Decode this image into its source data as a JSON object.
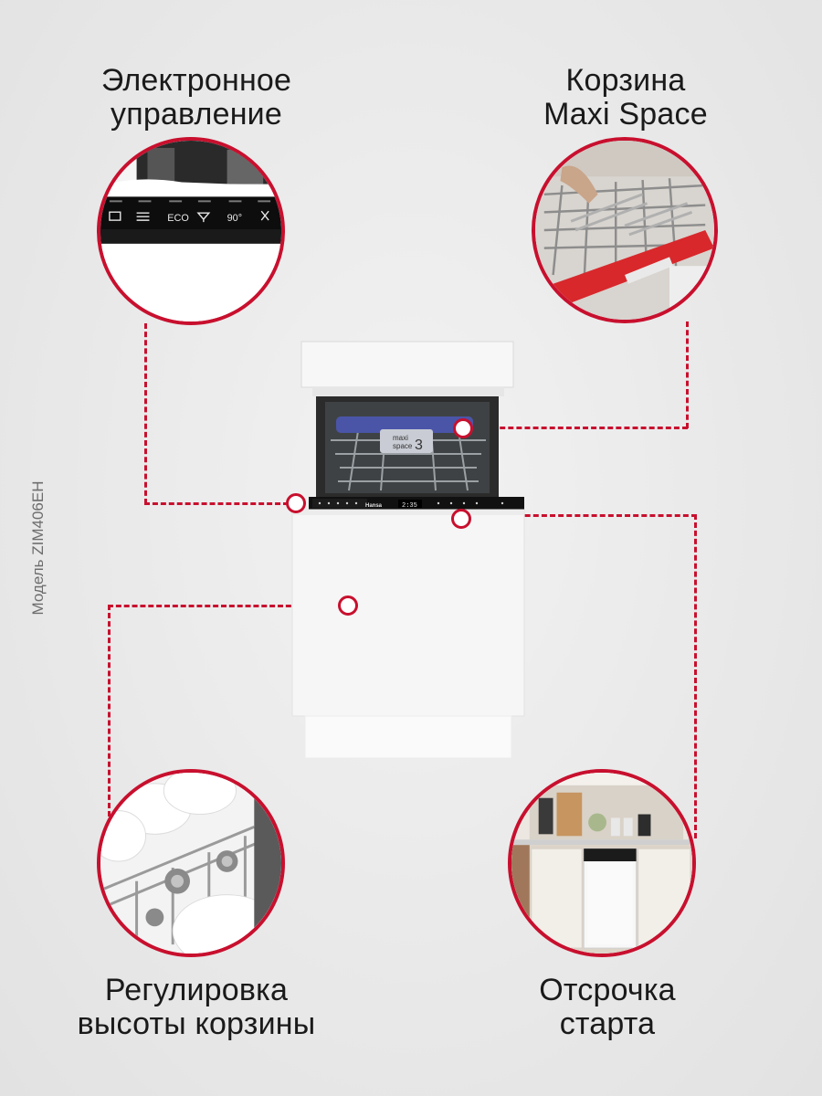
{
  "features": {
    "controls": {
      "line1": "Электронное",
      "line2": "управление"
    },
    "basket": {
      "line1": "Корзина",
      "line2": "Maxi Space"
    },
    "height": {
      "line1": "Регулировка",
      "line2": "высоты корзины"
    },
    "start": {
      "line1": "Отсрочка",
      "line2": "старта"
    }
  },
  "model_label": "Модель ZIM406EH",
  "control_panel": {
    "eco": "ECO",
    "temp": "90°",
    "display_time": "2:35",
    "brand": "Hansa"
  },
  "basket_badge": {
    "line1": "maxi",
    "line2": "space",
    "number": "3"
  },
  "colors": {
    "accent": "#c8102e",
    "background": "#ebebeb",
    "panel": "#111111"
  }
}
